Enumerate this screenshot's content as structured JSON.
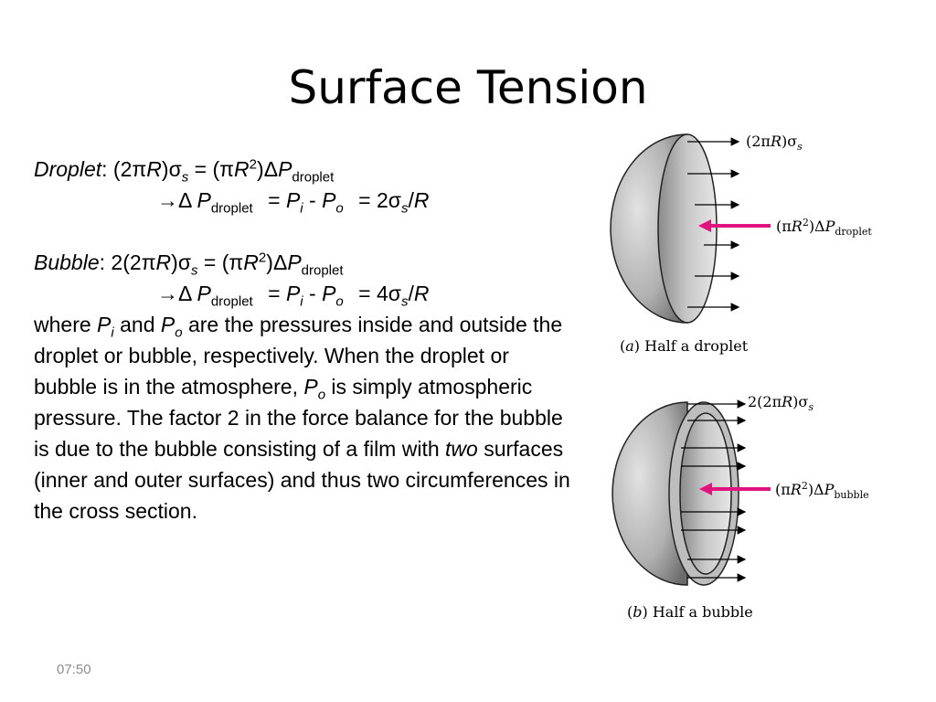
{
  "slide": {
    "title": "Surface Tension",
    "time": "07:50"
  },
  "droplet": {
    "label": "Droplet",
    "eq1": "(2πR)σs = (πR2)ΔPdroplet",
    "eq2": "→Δ Pdroplet = Pi - Po = 2σs/R"
  },
  "bubble": {
    "label": "Bubble",
    "eq1": "2(2πR)σs = (πR2)ΔPdroplet",
    "eq2": "→Δ Pdroplet = Pi - Po = 4σs/R"
  },
  "explanation": {
    "t1": "where ",
    "t2": " and ",
    "t3": " are the pressures inside and outside the droplet or bubble, respectively. When the droplet or bubble is in the atmosphere, ",
    "t4": " is simply atmospheric pressure. The factor 2 in the force balance for the bubble is due to the bubble consisting of a film with ",
    "t5": "two",
    "t6": " surfaces (inner and outer surfaces) and thus two circumferences in the cross section."
  },
  "symbols": {
    "P": "P",
    "i": "i",
    "o": "o",
    "R": "R",
    "s": "s",
    "pi": "π",
    "sigma": "σ",
    "delta": "Δ",
    "arrow": "→",
    "sub_droplet": "droplet",
    "sub_bubble": "bubble",
    "two": "2",
    "sq": "2",
    "open": "(",
    "close": ")",
    "eq": "=",
    "minus": "-",
    "slash": "/",
    "two_pi": "2π",
    "colon": ":",
    "four": "4",
    "two_open": "2(2π"
  },
  "figure_a": {
    "force_label": "(2πR)σs",
    "pressure_label": "(πR2)ΔPdroplet",
    "caption": "(a) Half a droplet"
  },
  "figure_b": {
    "force_label": "2(2πR)σs",
    "pressure_label": "(πR2)ΔPbubble",
    "caption": "(b) Half a bubble"
  },
  "colors": {
    "pressure_arrow": "#e0137f",
    "sphere_dark": "#6b6b6b",
    "sphere_light": "#d6d6d6",
    "time_text": "#8c8c8c"
  }
}
